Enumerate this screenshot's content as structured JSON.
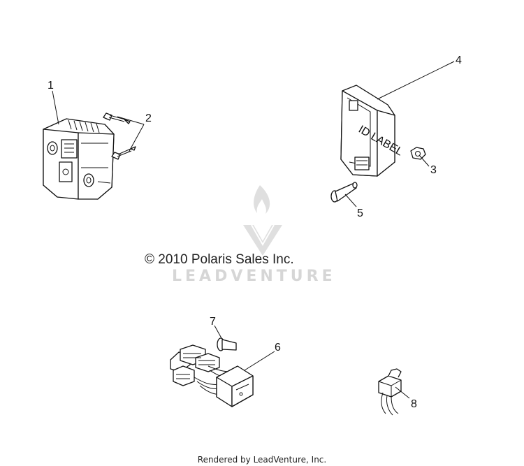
{
  "callouts": [
    "1",
    "2",
    "3",
    "4",
    "5",
    "6",
    "7",
    "8"
  ],
  "copyright": "© 2010 Polaris Sales Inc.",
  "watermark_text": "LEADVENTURE",
  "ecu_label": "ID LABEL",
  "footer": "Rendered by LeadVenture, Inc."
}
